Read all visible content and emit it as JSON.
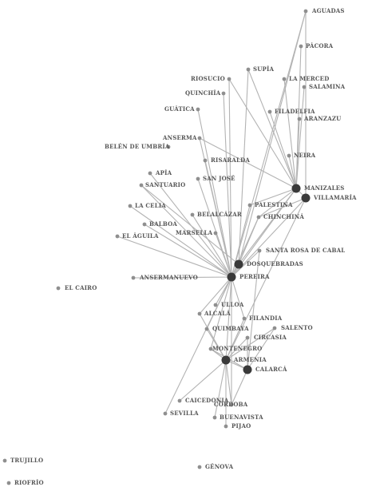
{
  "colors": {
    "edge": "#b3b3b3",
    "node": "#8f8f8f",
    "hub": "#3a3a3a",
    "label": "#555555"
  },
  "nodes": [
    {
      "id": "aguadas",
      "label": "AGUADAS",
      "hub": false
    },
    {
      "id": "pacora",
      "label": "PÁCORA",
      "hub": false
    },
    {
      "id": "riosucio",
      "label": "RIOSUCIO",
      "hub": false
    },
    {
      "id": "supia",
      "label": "SUPÍA",
      "hub": false
    },
    {
      "id": "lamerced",
      "label": "LA MERCED",
      "hub": false
    },
    {
      "id": "salamina",
      "label": "SALAMINA",
      "hub": false
    },
    {
      "id": "quinchia",
      "label": "QUINCHÍA",
      "hub": false
    },
    {
      "id": "guatica",
      "label": "GUÁTICA",
      "hub": false
    },
    {
      "id": "filadelfia",
      "label": "FILADELFIA",
      "hub": false
    },
    {
      "id": "aranzazu",
      "label": "ARANZAZU",
      "hub": false
    },
    {
      "id": "anserma",
      "label": "ANSERMA",
      "hub": false
    },
    {
      "id": "belen",
      "label": "BELÉN DE UMBRÍA",
      "hub": false
    },
    {
      "id": "neira",
      "label": "NEIRA",
      "hub": false
    },
    {
      "id": "risaralda",
      "label": "RISARALDA",
      "hub": false
    },
    {
      "id": "apia",
      "label": "APÍA",
      "hub": false
    },
    {
      "id": "sanjose",
      "label": "SAN JOSÉ",
      "hub": false
    },
    {
      "id": "santuario",
      "label": "SANTUARIO",
      "hub": false
    },
    {
      "id": "manizales",
      "label": "MANIZALES",
      "hub": true
    },
    {
      "id": "villamaria",
      "label": "VILLAMARÍA",
      "hub": true
    },
    {
      "id": "palestina",
      "label": "PALESTINA",
      "hub": false
    },
    {
      "id": "lacelia",
      "label": "LA CELIA",
      "hub": false
    },
    {
      "id": "belalcazar",
      "label": "BELALCÁZAR",
      "hub": false
    },
    {
      "id": "chinchina",
      "label": "CHINCHINÁ",
      "hub": false
    },
    {
      "id": "balboa",
      "label": "BALBOA",
      "hub": false
    },
    {
      "id": "marsella",
      "label": "MARSELLA",
      "hub": false
    },
    {
      "id": "elaguila",
      "label": "EL ÁGUILA",
      "hub": false
    },
    {
      "id": "santarosa",
      "label": "SANTA ROSA DE CABAL",
      "hub": false
    },
    {
      "id": "dosquebradas",
      "label": "DOSQUEBRADAS",
      "hub": true
    },
    {
      "id": "pereira",
      "label": "PEREIRA",
      "hub": true
    },
    {
      "id": "ansermanuevo",
      "label": "ANSERMANUEVO",
      "hub": false
    },
    {
      "id": "elcairo",
      "label": "EL CAIRO",
      "hub": false
    },
    {
      "id": "ulloa",
      "label": "ULLOA",
      "hub": false
    },
    {
      "id": "alcala",
      "label": "ALCALÁ",
      "hub": false
    },
    {
      "id": "filandia",
      "label": "FILANDIA",
      "hub": false
    },
    {
      "id": "quimbaya",
      "label": "QUIMBAYA",
      "hub": false
    },
    {
      "id": "salento",
      "label": "SALENTO",
      "hub": false
    },
    {
      "id": "circasia",
      "label": "CIRCASIA",
      "hub": false
    },
    {
      "id": "montenegro",
      "label": "MONTENEGRO",
      "hub": false
    },
    {
      "id": "armenia",
      "label": "ARMENIA",
      "hub": true
    },
    {
      "id": "calarca",
      "label": "CALARCÁ",
      "hub": true
    },
    {
      "id": "caicedonia",
      "label": "CAICEDONIA",
      "hub": false
    },
    {
      "id": "cordoba",
      "label": "CÓRDOBA",
      "hub": false
    },
    {
      "id": "sevilla",
      "label": "SEVILLA",
      "hub": false
    },
    {
      "id": "buenavista",
      "label": "BUENAVISTA",
      "hub": false
    },
    {
      "id": "pijao",
      "label": "PIJAO",
      "hub": false
    },
    {
      "id": "trujillo",
      "label": "TRUJILLO",
      "hub": false
    },
    {
      "id": "genova",
      "label": "GÉNOVA",
      "hub": false
    },
    {
      "id": "riofrio",
      "label": "RIOFRÍO",
      "hub": false
    }
  ],
  "edges": [
    [
      "pereira",
      "dosquebradas"
    ],
    [
      "pereira",
      "ansermanuevo"
    ],
    [
      "pereira",
      "quinchia"
    ],
    [
      "pereira",
      "riosucio"
    ],
    [
      "pereira",
      "guatica"
    ],
    [
      "pereira",
      "anserma"
    ],
    [
      "pereira",
      "risaralda"
    ],
    [
      "pereira",
      "apia"
    ],
    [
      "pereira",
      "santuario"
    ],
    [
      "pereira",
      "lacelia"
    ],
    [
      "pereira",
      "balboa"
    ],
    [
      "pereira",
      "elaguila"
    ],
    [
      "pereira",
      "marsella"
    ],
    [
      "pereira",
      "belalcazar"
    ],
    [
      "pereira",
      "sanjose"
    ],
    [
      "pereira",
      "manizales"
    ],
    [
      "pereira",
      "villamaria"
    ],
    [
      "pereira",
      "santarosa"
    ],
    [
      "pereira",
      "ulloa"
    ],
    [
      "pereira",
      "alcala"
    ],
    [
      "pereira",
      "quimbaya"
    ],
    [
      "pereira",
      "filandia"
    ],
    [
      "pereira",
      "armenia"
    ],
    [
      "pereira",
      "montenegro"
    ],
    [
      "pereira",
      "aguadas"
    ],
    [
      "pereira",
      "chinchina"
    ],
    [
      "pereira",
      "palestina"
    ],
    [
      "pereira",
      "cordoba"
    ],
    [
      "pereira",
      "sevilla"
    ],
    [
      "dosquebradas",
      "supia"
    ],
    [
      "dosquebradas",
      "santuario"
    ],
    [
      "dosquebradas",
      "aguadas"
    ],
    [
      "dosquebradas",
      "manizales"
    ],
    [
      "dosquebradas",
      "chinchina"
    ],
    [
      "manizales",
      "villamaria"
    ],
    [
      "manizales",
      "pacora"
    ],
    [
      "manizales",
      "salamina"
    ],
    [
      "manizales",
      "lamerced"
    ],
    [
      "manizales",
      "filadelfia"
    ],
    [
      "manizales",
      "aranzazu"
    ],
    [
      "manizales",
      "neira"
    ],
    [
      "manizales",
      "anserma"
    ],
    [
      "manizales",
      "riosucio"
    ],
    [
      "manizales",
      "supia"
    ],
    [
      "manizales",
      "palestina"
    ],
    [
      "manizales",
      "chinchina"
    ],
    [
      "villamaria",
      "aguadas"
    ],
    [
      "villamaria",
      "chinchina"
    ],
    [
      "armenia",
      "calarca"
    ],
    [
      "armenia",
      "salento"
    ],
    [
      "armenia",
      "circasia"
    ],
    [
      "armenia",
      "montenegro"
    ],
    [
      "armenia",
      "cordoba"
    ],
    [
      "armenia",
      "buenavista"
    ],
    [
      "armenia",
      "pijao"
    ],
    [
      "armenia",
      "filandia"
    ],
    [
      "armenia",
      "quimbaya"
    ],
    [
      "armenia",
      "caicedonia"
    ],
    [
      "armenia",
      "alcala"
    ],
    [
      "armenia",
      "villamaria"
    ],
    [
      "calarca",
      "santarosa"
    ],
    [
      "calarca",
      "salento"
    ],
    [
      "calarca",
      "cordoba"
    ],
    [
      "calarca",
      "montenegro"
    ],
    [
      "calarca",
      "circasia"
    ]
  ]
}
